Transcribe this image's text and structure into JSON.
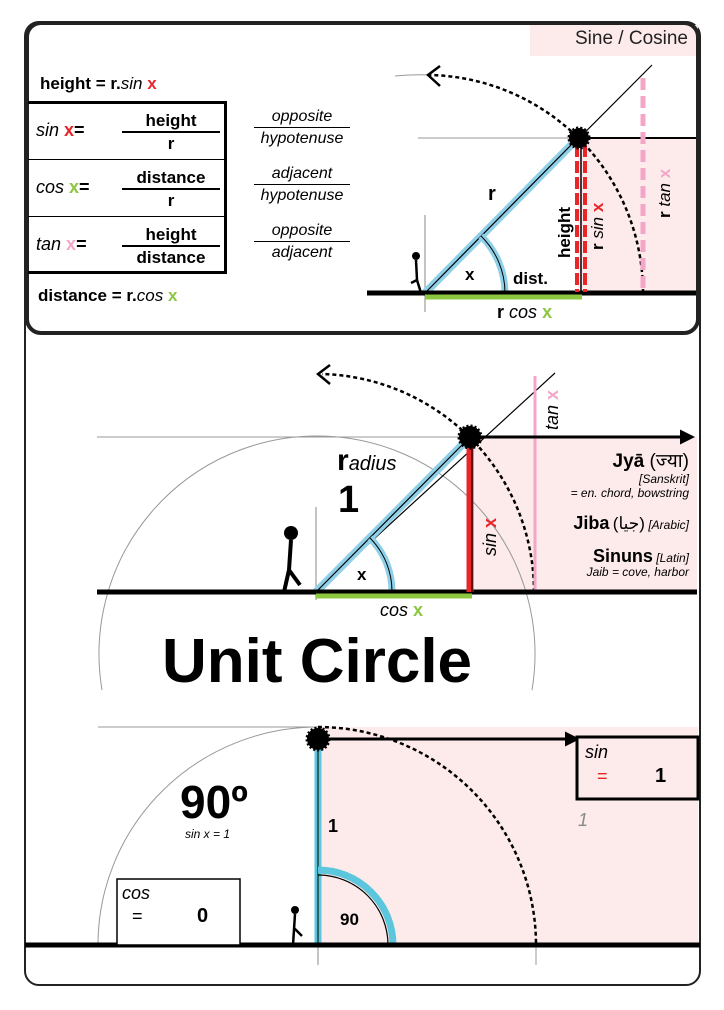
{
  "colors": {
    "sin": "#e8262a",
    "cos": "#8dc63f",
    "tan": "#f4a6c8",
    "radius": "#8fd0e8",
    "pink_bg": "#fdeaea"
  },
  "top": {
    "badge": "Sine / Cosine",
    "height_eq": {
      "a": "height = r.",
      "b": "sin",
      "x": "x"
    },
    "distance_eq": {
      "a": "distance = r.",
      "b": "cos",
      "x": "x"
    },
    "rows": [
      {
        "fn": "sin",
        "x": "x",
        "eq": "=",
        "num": "height",
        "den": "r",
        "rnum": "opposite",
        "rden": "hypotenuse"
      },
      {
        "fn": "cos",
        "x": "x",
        "eq": "=",
        "num": "distance",
        "den": "r",
        "rnum": "adjacent",
        "rden": "hypotenuse"
      },
      {
        "fn": "tan",
        "x": "x",
        "eq": "=",
        "num": "height",
        "den": "distance",
        "rnum": "opposite",
        "rden": "adjacent"
      }
    ],
    "diagram": {
      "r": "r",
      "x": "x",
      "dist": "dist.",
      "height": "height",
      "rsin": "r",
      "rsin_fn": "sin",
      "rsin_x": "x",
      "rtan": "r",
      "rtan_fn": "tan",
      "rtan_x": "x",
      "rcos": "r",
      "rcos_fn": "cos",
      "rcos_x": "x"
    }
  },
  "middle": {
    "radius_r": "r",
    "radius_rest": "adius",
    "radius_value": "1",
    "x": "x",
    "cos": "cos",
    "cos_x": "x",
    "sin": "sin",
    "sin_x": "x",
    "tan": "tan",
    "tan_x": "x",
    "jya": "Jyā",
    "jya_script": "(ज्या)",
    "sanskrit": "[Sanskrit]",
    "chord": "= en. chord, bowstring",
    "jiba": "Jiba",
    "jiba_script": "(جيا)",
    "arabic": "[Arabic]",
    "sinuns": "Sinuns",
    "latin": "[Latin]",
    "jaib": "Jaib = cove, harbor",
    "title": "Unit Circle"
  },
  "bottom": {
    "angle": "90º",
    "angle_note": "sin x = 1",
    "side": "1",
    "arc_label": "90",
    "sin_box": {
      "label": "sin",
      "eq": "=",
      "value": "1"
    },
    "cos_box": {
      "label": "cos",
      "eq": "=",
      "value": "0"
    },
    "radius_label": "1"
  }
}
